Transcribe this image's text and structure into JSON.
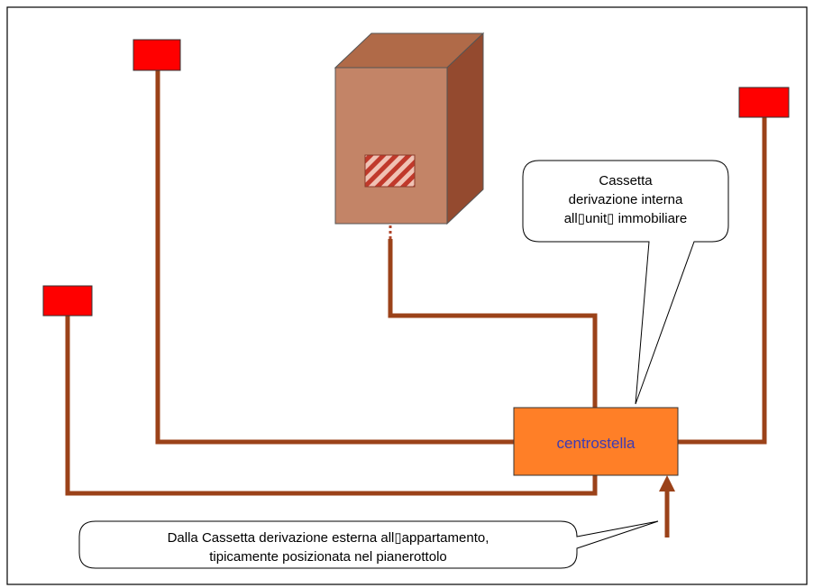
{
  "diagram": {
    "hub_label": "centrostella",
    "internal_box_callout": {
      "line1": "Cassetta",
      "line2": "derivazione interna",
      "line3": "all▯unit▯ immobiliare"
    },
    "external_box_callout": {
      "line1": "Dalla Cassetta derivazione esterna all▯appartamento,",
      "line2": "tipicamente posizionata nel pianerottolo"
    }
  },
  "colors": {
    "wire": "#9b4219",
    "outlet": "#ff0000",
    "hub_fill": "#ff7f27",
    "hub_text": "#3b3bb5",
    "cabinet_front": "#c38467",
    "cabinet_top": "#b06a48",
    "cabinet_side": "#944a2f",
    "hatch": "#c0392b"
  }
}
